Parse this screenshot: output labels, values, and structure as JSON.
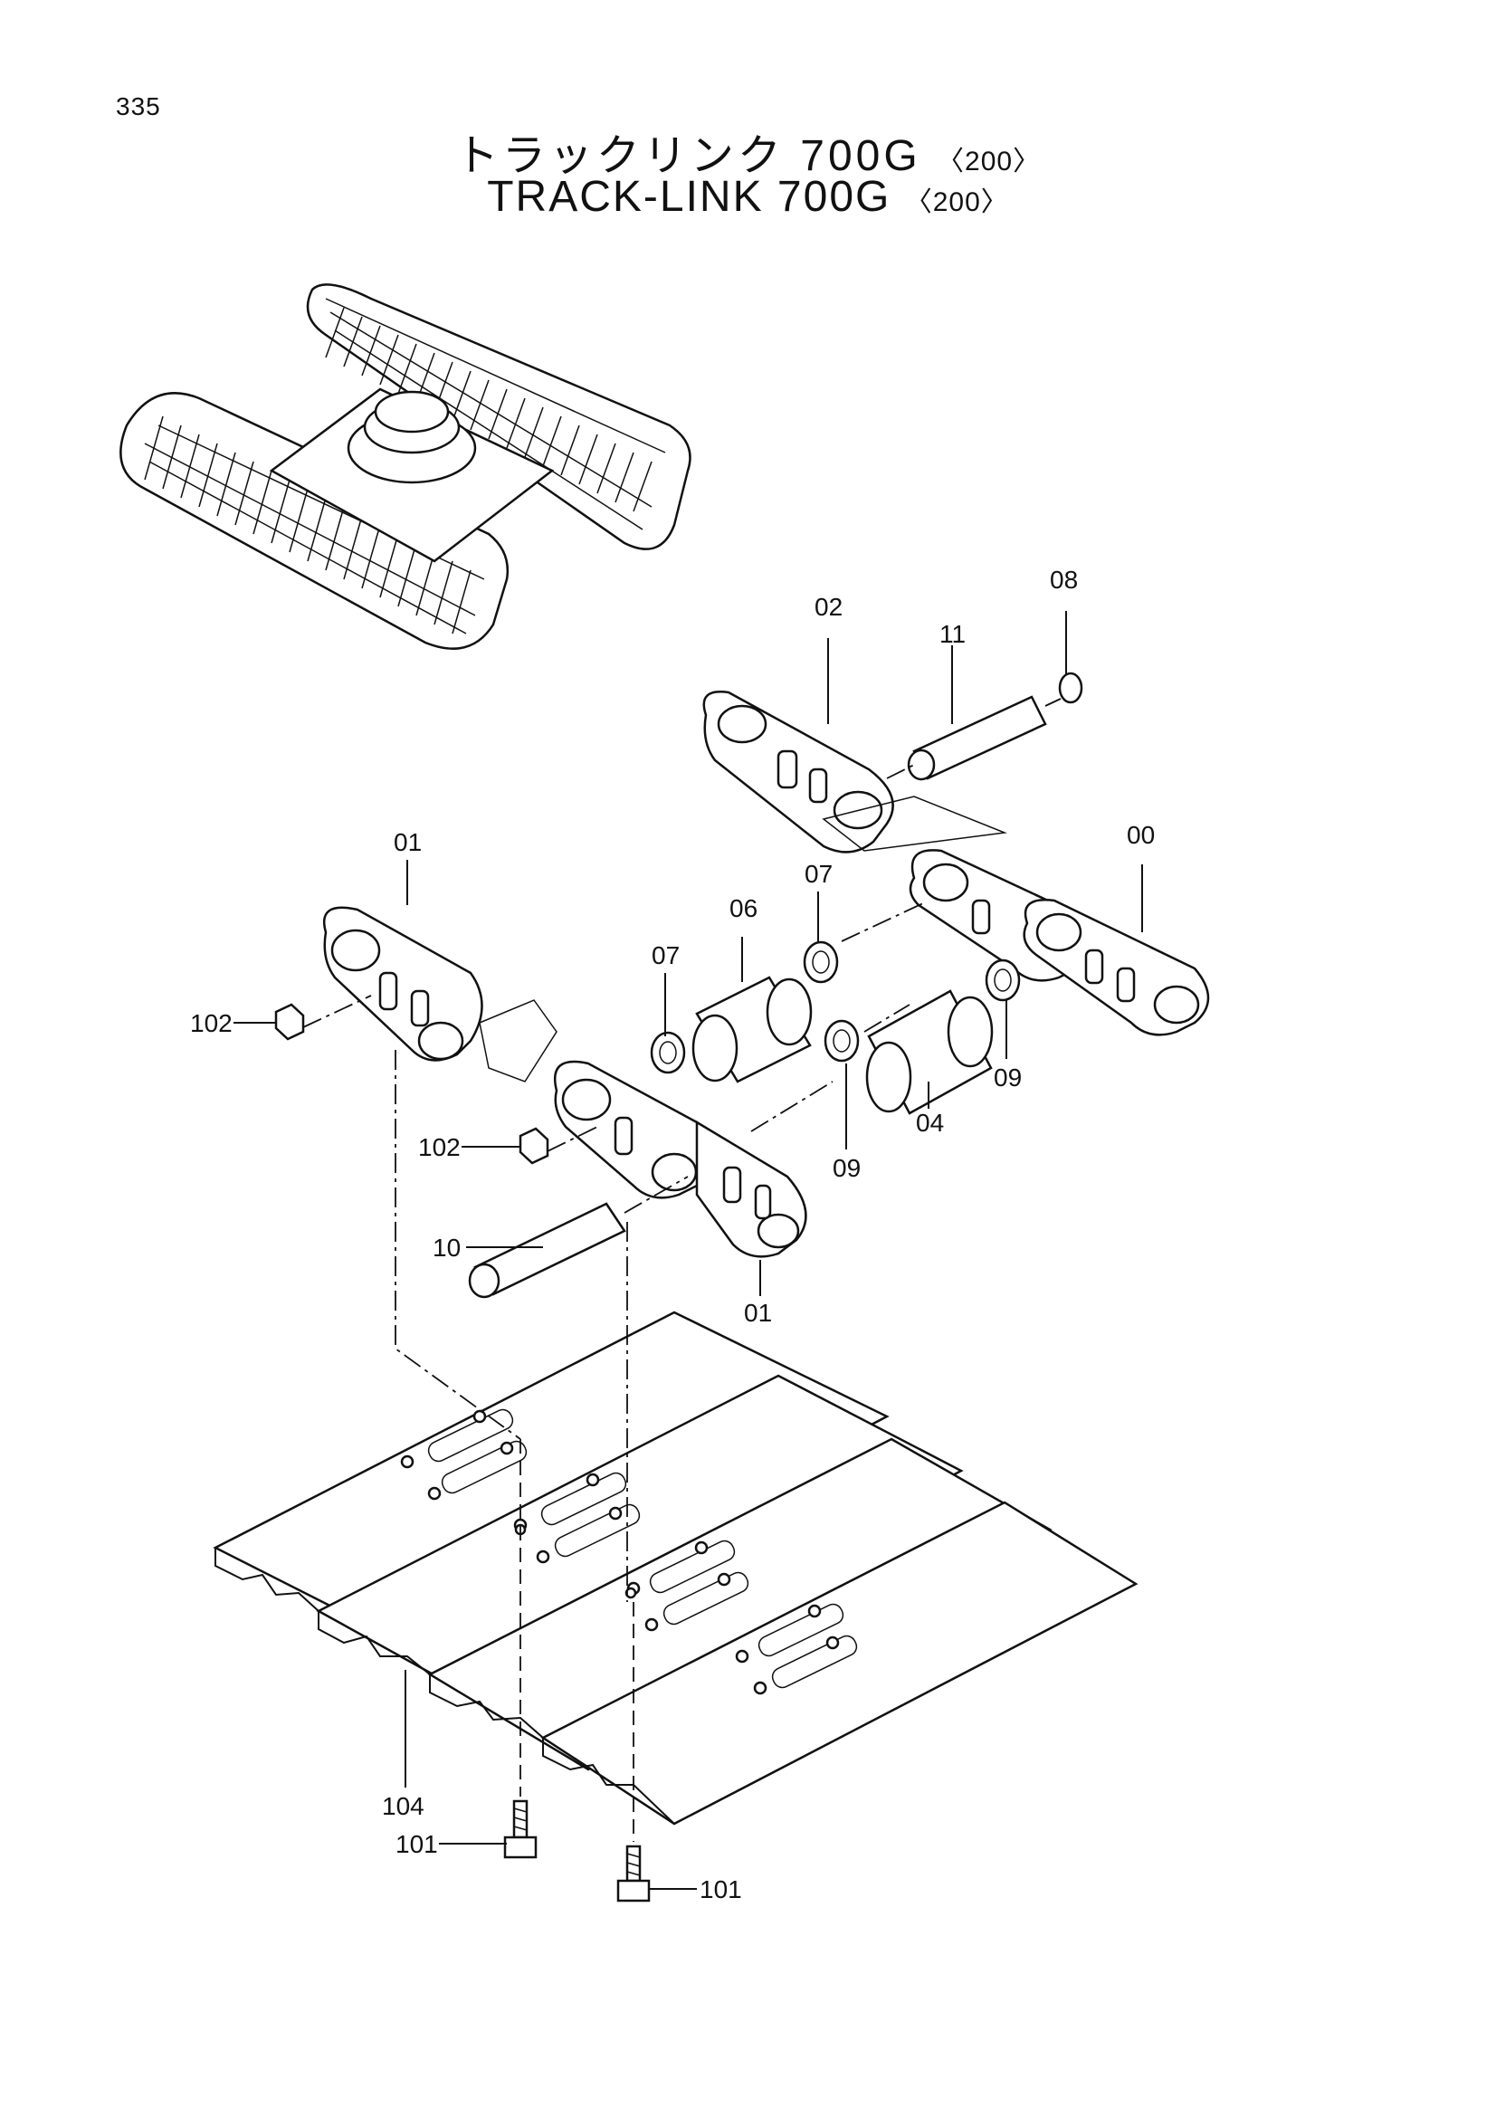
{
  "page_number": "335",
  "title": {
    "jp_main": "トラックリンク 700G",
    "en_main": "TRACK-LINK 700G",
    "variant": "〈200〉"
  },
  "callouts": [
    {
      "id": "c-02",
      "label": "02"
    },
    {
      "id": "c-11",
      "label": "11"
    },
    {
      "id": "c-08",
      "label": "08"
    },
    {
      "id": "c-00",
      "label": "00"
    },
    {
      "id": "c-01a",
      "label": "01"
    },
    {
      "id": "c-07a",
      "label": "07"
    },
    {
      "id": "c-06",
      "label": "06"
    },
    {
      "id": "c-07b",
      "label": "07"
    },
    {
      "id": "c-102a",
      "label": "102"
    },
    {
      "id": "c-09a",
      "label": "09"
    },
    {
      "id": "c-04",
      "label": "04"
    },
    {
      "id": "c-09b",
      "label": "09"
    },
    {
      "id": "c-102b",
      "label": "102"
    },
    {
      "id": "c-10",
      "label": "10"
    },
    {
      "id": "c-01b",
      "label": "01"
    },
    {
      "id": "c-104",
      "label": "104"
    },
    {
      "id": "c-101a",
      "label": "101"
    },
    {
      "id": "c-101b",
      "label": "101"
    }
  ]
}
